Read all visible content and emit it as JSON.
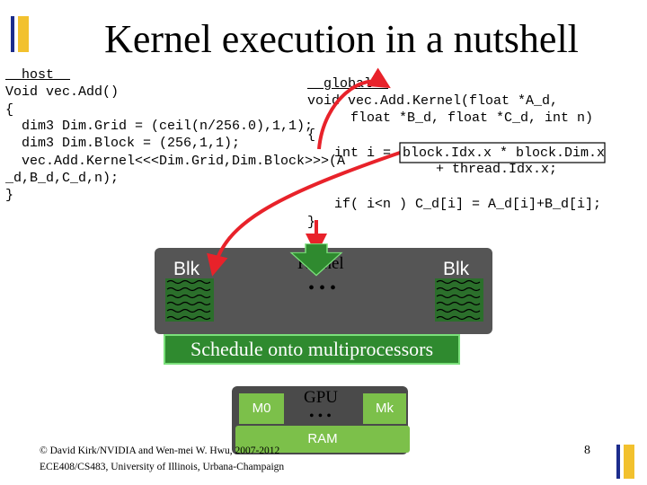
{
  "slide": {
    "title": "Kernel execution in a nutshell",
    "page_number": "8"
  },
  "host_code": {
    "qualifier": "__host__",
    "lines": [
      "Void vec.Add()",
      "{",
      "  dim3 Dim.Grid = (ceil(n/256.0),1,1);",
      "  dim3 Dim.Block = (256,1,1);",
      "  vec.Add.Kernel<<<Dim.Grid,Dim.Block>>>(A",
      "_d,B_d,C_d,n);",
      "}"
    ]
  },
  "kernel_code": {
    "qualifier": "__global__",
    "lines": [
      "void vec.Add.Kernel(float *A_d,",
      "    float *B_d, float *C_d, int n)",
      "{"
    ],
    "index_prefix": "int i = ",
    "index_expr_1": "block.Idx.x * block.Dim.x",
    "index_expr_2": "+ thread.Idx.x;",
    "body_line": "if( i<n ) C_d[i] = A_d[i]+B_d[i];",
    "close": "}"
  },
  "grid": {
    "left_block": "Blk",
    "right_block": "Blk",
    "kernel_label": "Kernel",
    "ellipsis": "• • •"
  },
  "schedule_label": "Schedule onto multiprocessors",
  "gpu": {
    "label": "GPU",
    "mp_first": "M0",
    "mp_last": "Mk",
    "ellipsis": "• • •",
    "ram": "RAM"
  },
  "footer": {
    "line1": "© David Kirk/NVIDIA and Wen-mei W. Hwu, 2007-2012",
    "line2": "ECE408/CS483, University of Illinois, Urbana-Champaign"
  },
  "colors": {
    "arrow_red": "#e8222a",
    "sched_green": "#2f8a2f",
    "mp_green": "#7cc04a",
    "accent_bar": "#f2c12e",
    "accent_bar_blue": "#1c2c8c"
  }
}
